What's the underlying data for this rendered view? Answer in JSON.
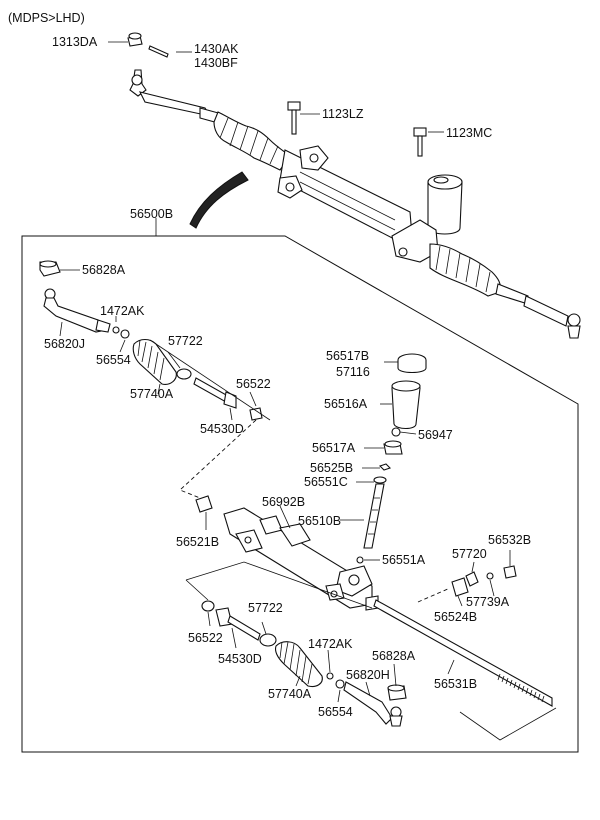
{
  "header": {
    "note": "(MDPS>LHD)"
  },
  "labels": {
    "l_1313DA": "1313DA",
    "l_1430AK": "1430AK",
    "l_1430BF": "1430BF",
    "l_1123LZ": "1123LZ",
    "l_1123MC": "1123MC",
    "l_56500B": "56500B",
    "l_56828A_top": "56828A",
    "l_56820J": "56820J",
    "l_1472AK_top": "1472AK",
    "l_56554_top": "56554",
    "l_57722_top": "57722",
    "l_57740A_top": "57740A",
    "l_56522_top": "56522",
    "l_54530D_top": "54530D",
    "l_56517B": "56517B",
    "l_57116": "57116",
    "l_56516A": "56516A",
    "l_56947": "56947",
    "l_56517A": "56517A",
    "l_56525B": "56525B",
    "l_56551C": "56551C",
    "l_56992B": "56992B",
    "l_56510B": "56510B",
    "l_56521B": "56521B",
    "l_56551A": "56551A",
    "l_57720": "57720",
    "l_56532B": "56532B",
    "l_56524B": "56524B",
    "l_57739A": "57739A",
    "l_56522_bot": "56522",
    "l_57722_bot": "57722",
    "l_54530D_bot": "54530D",
    "l_1472AK_bot": "1472AK",
    "l_56828A_bot": "56828A",
    "l_56820H": "56820H",
    "l_57740A_bot": "57740A",
    "l_56554_bot": "56554",
    "l_56531B": "56531B"
  }
}
